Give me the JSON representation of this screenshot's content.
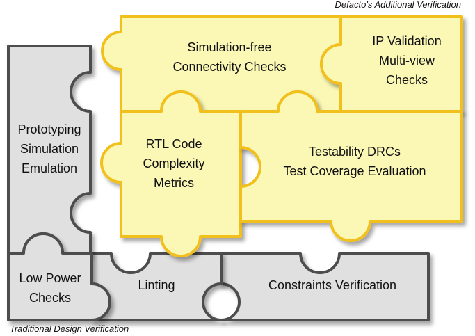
{
  "captions": {
    "top": "Defacto's Additional Verification",
    "bottom": "Traditional Design Verification"
  },
  "pieces": {
    "prototyping": [
      "Prototyping",
      "Simulation",
      "Emulation"
    ],
    "low_power": [
      "Low Power",
      "Checks"
    ],
    "linting": [
      "Linting"
    ],
    "constraints": [
      "Constraints Verification"
    ],
    "connectivity": [
      "Simulation-free",
      "Connectivity Checks"
    ],
    "ip_validation": [
      "IP Validation",
      "Multi-view",
      "Checks"
    ],
    "rtl_code": [
      "RTL Code",
      "Complexity",
      "Metrics"
    ],
    "testability": [
      "Testability DRCs",
      "Test Coverage Evaluation"
    ]
  },
  "colors": {
    "traditional_fill": "#e0e0e0",
    "traditional_stroke": "#4e4e4e",
    "additional_fill": "#fbf8b6",
    "additional_stroke": "#f2c01e"
  }
}
